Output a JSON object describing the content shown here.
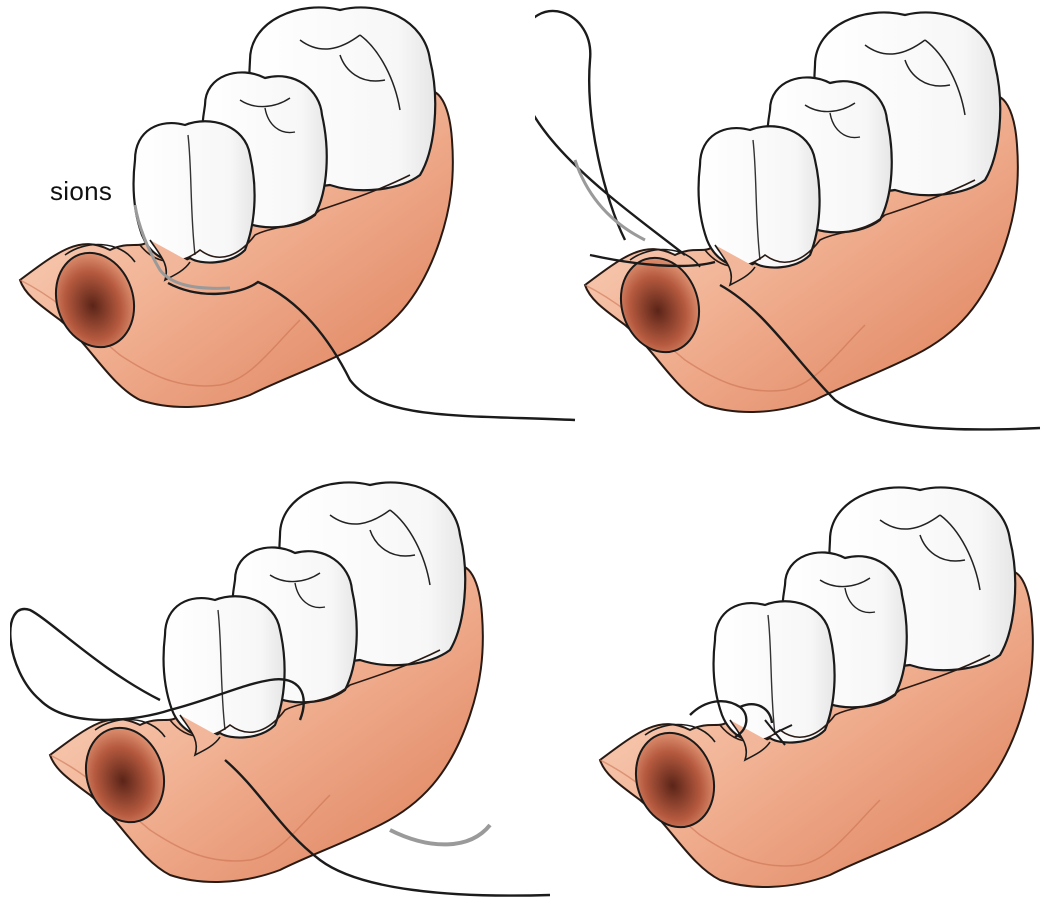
{
  "caption": "sions",
  "panels": [
    {
      "id": "step-1"
    },
    {
      "id": "step-2"
    },
    {
      "id": "step-3"
    },
    {
      "id": "step-4"
    }
  ],
  "colors": {
    "gum_light": "#f9d6c2",
    "gum_mid": "#eea689",
    "gum_dark": "#d97550",
    "tooth": "#ffffff",
    "outline": "#1a1a1a",
    "socket_dark": "#7a3a2c",
    "suture": "#1b1b1b",
    "suture_gray": "#9a9a9a"
  }
}
